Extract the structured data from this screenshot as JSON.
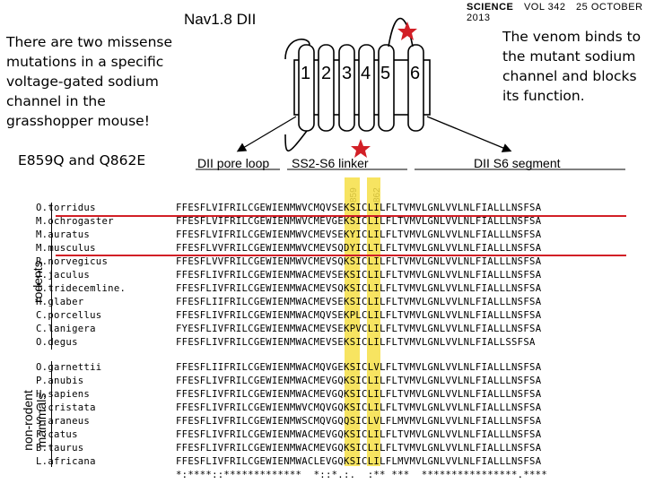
{
  "journal": {
    "name": "SCIENCE",
    "volume": "VOL 342",
    "date": "25 OCTOBER 2013"
  },
  "figure": {
    "title": "Nav1.8 DII",
    "segments": [
      "1",
      "2",
      "3",
      "4",
      "5",
      "6"
    ],
    "regions": [
      "DII pore loop",
      "SS2-S6 linker",
      "DII S6 segment"
    ],
    "positions": [
      "859",
      "862"
    ]
  },
  "callouts": {
    "left": "There are two missense mutations in a specific voltage-gated sodium channel in the grasshopper mouse!",
    "right": "The venom binds to the mutant sodium channel and blocks its function.",
    "mutations": "E859Q and Q862E"
  },
  "groups": {
    "rodents": "rodents",
    "nonrodent": "non-rodent mammals"
  },
  "rodents": [
    {
      "name": "O.torridus",
      "pre": "FFESFLVIFRILCGEWIENMWVCM",
      "a": "Q",
      "mid": "VS",
      "b": "E",
      "post": "KSICLILFLTVMVLGNLVVLNLFIALLLNSFSA"
    },
    {
      "name": "M.ochrogaster",
      "pre": "FFESFLVIFRILCGEWIENMWVCM",
      "a": "E",
      "mid": "VG",
      "b": "E",
      "post": "KSICLILFLTVMVLGNLVVLNLFIALLLNSFSA"
    },
    {
      "name": "M.auratus",
      "pre": "FFESFLVIFRILCGEWIENMWVCM",
      "a": "E",
      "mid": "VS",
      "b": "E",
      "post": "KYICLILFLTVMVLGNLVVLNLFIALLLNSFSA"
    },
    {
      "name": "M.musculus",
      "pre": "FFESFLVVFRILCGEWIENMWVCM",
      "a": "E",
      "mid": "VS",
      "b": "Q",
      "post": "DYICLTLFLTVMVLGNLVVLNLFIALLLNSFSA"
    },
    {
      "name": "R.norvegicus",
      "pre": "FFESFLVVFRILCGEWIENMWVCM",
      "a": "E",
      "mid": "VS",
      "b": "Q",
      "post": "KSICLILFLTVMVLGNLVVLNLFIALLLNSFSA"
    },
    {
      "name": "J.jaculus",
      "pre": "FFESFLIVFRILCGEWIENMWACM",
      "a": "E",
      "mid": "VS",
      "b": "E",
      "post": "KSICLILFLTVMVLGNLVVLNLFIALLLNSFSA"
    },
    {
      "name": "I.tridecemline.",
      "pre": "FFESFLIVFRILCGEWIENMWACM",
      "a": "E",
      "mid": "VS",
      "b": "Q",
      "post": "KSICLILFLTVMVLGNLVVLNLFIALLLNSFSA"
    },
    {
      "name": "H.glaber",
      "pre": "FFESFLIIFRILCGEWIENMWACM",
      "a": "E",
      "mid": "VS",
      "b": "E",
      "post": "KSICLILFLTVMVLGNLVVLNLFIALLLNSFSA"
    },
    {
      "name": "C.porcellus",
      "pre": "FFESFLIVFRILCGEWIENMWACM",
      "a": "Q",
      "mid": "VS",
      "b": "E",
      "post": "KPLCLILFLTVMVLGNLVVLNLFIALLLNSFSA"
    },
    {
      "name": "C.lanigera",
      "pre": "FYESFLIVFRILCGEWIENMWACM",
      "a": "E",
      "mid": "VS",
      "b": "E",
      "post": "KPVCLILFLTVMVLGNLVVLNLFIALLLNSFSA"
    },
    {
      "name": "O.degus",
      "pre": "FFESFLIVFRILCGEWIENMWACM",
      "a": "E",
      "mid": "VS",
      "b": "E",
      "post": "KSICLILFLTVMVLGNLVVLNLFIALLSSFSA"
    }
  ],
  "nonrodents": [
    {
      "name": "O.garnettii",
      "pre": "FFESFLIIFRILCGEWIENMWACM",
      "a": "Q",
      "mid": "VG",
      "b": "E",
      "post": "KSICLVLFLTVMVLGNLVVLNLFIALLLNSFSA"
    },
    {
      "name": "P.anubis",
      "pre": "FFESFLIVFRILCGEWIENMWACM",
      "a": "E",
      "mid": "VG",
      "b": "Q",
      "post": "KSICLILFLTVMVLGNLVVLNLFIALLLNSFSA"
    },
    {
      "name": "H.sapiens",
      "pre": "FFESFLIVFRILCGEWIENMWACM",
      "a": "E",
      "mid": "VG",
      "b": "Q",
      "post": "KSICLILFLTVMVLGNLVVLNLFIALLLNSFSA"
    },
    {
      "name": "C.cristata",
      "pre": "FFESFLIVFRILCGEWIENMWVCM",
      "a": "Q",
      "mid": "VG",
      "b": "Q",
      "post": "KSICLILFLTVMVLGNLVVLNLFIALLLNSFSA"
    },
    {
      "name": "S.araneus",
      "pre": "FFESFLIVFRILCGEWIENMWSCM",
      "a": "Q",
      "mid": "VG",
      "b": "Q",
      "post": "QSICLVLFLMVMVLGNLVVLNLFIALLLNSFSA"
    },
    {
      "name": "F.catus",
      "pre": "FFESFLIVFRILCGEWIENMWACM",
      "a": "E",
      "mid": "VG",
      "b": "Q",
      "post": "KSICLILFLTVMVLGNLVVLNLFIALLLNSFSA"
    },
    {
      "name": "B.taurus",
      "pre": "FFESFLIVFRILCGEWIENMWACM",
      "a": "E",
      "mid": "VG",
      "b": "Q",
      "post": "KSICLILFLTVMVLGNLVVLNLFIALLLNSFSA"
    },
    {
      "name": "L.africana",
      "pre": "FFESFLIVFRILCGEWIENMWACL",
      "a": "E",
      "mid": "VG",
      "b": "Q",
      "post": "KSICLILFLMVMVLGNLVVLNLFIALLLNSFSA"
    }
  ],
  "conservation": "*:****::*************  *::*.:.  :** ***  ****************.****",
  "colors": {
    "highlight": "#f6df45",
    "redline": "#d21f26",
    "star": "#d21f26"
  }
}
